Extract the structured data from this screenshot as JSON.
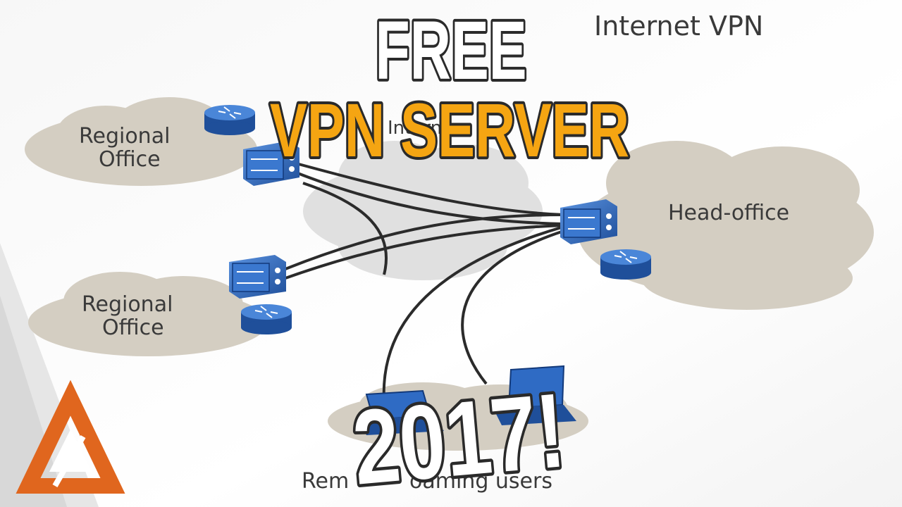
{
  "diagram": {
    "title": "Internet VPN",
    "internet_label": "Intern",
    "regional_office_top": [
      "Regional",
      "Office"
    ],
    "regional_office_bottom": [
      "Regional",
      "Office"
    ],
    "head_office": "Head-office",
    "remote_users": "Rem         oaming users"
  },
  "overlay": {
    "line1": "FREE",
    "line2": "VPN SERVER",
    "line3": "2017!"
  },
  "colors": {
    "cloud": "#d4cec2",
    "internet_cloud": "#e0e0e0",
    "device_blue": "#2f6bc4",
    "device_dark": "#1f4f9a",
    "overlay_orange": "#f5a512",
    "overlay_white": "#ffffff",
    "logo_orange": "#e0661e"
  }
}
